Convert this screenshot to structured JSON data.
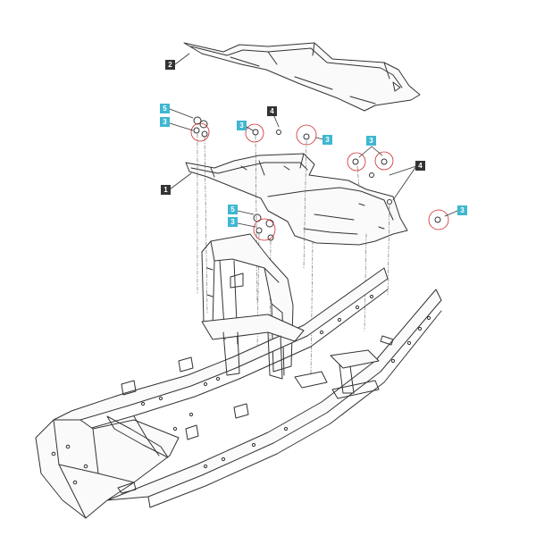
{
  "colors": {
    "line": "#333333",
    "dashed": "#777777",
    "callout_dark": "#333333",
    "callout_cyan": "#3fb7d1",
    "highlight_circle": "#cc2a2a"
  },
  "callouts": [
    {
      "id": "c2",
      "label": "2",
      "style": "dark"
    },
    {
      "id": "c5a",
      "label": "5",
      "style": "cyan"
    },
    {
      "id": "c3a",
      "label": "3",
      "style": "cyan"
    },
    {
      "id": "c3b",
      "label": "3",
      "style": "cyan"
    },
    {
      "id": "c4a",
      "label": "4",
      "style": "dark"
    },
    {
      "id": "c3c",
      "label": "3",
      "style": "cyan"
    },
    {
      "id": "c3d",
      "label": "3",
      "style": "cyan"
    },
    {
      "id": "c4b",
      "label": "4",
      "style": "dark"
    },
    {
      "id": "c1",
      "label": "1",
      "style": "dark"
    },
    {
      "id": "c5b",
      "label": "5",
      "style": "cyan"
    },
    {
      "id": "c3e",
      "label": "3",
      "style": "cyan"
    },
    {
      "id": "c3f",
      "label": "3",
      "style": "cyan"
    }
  ]
}
